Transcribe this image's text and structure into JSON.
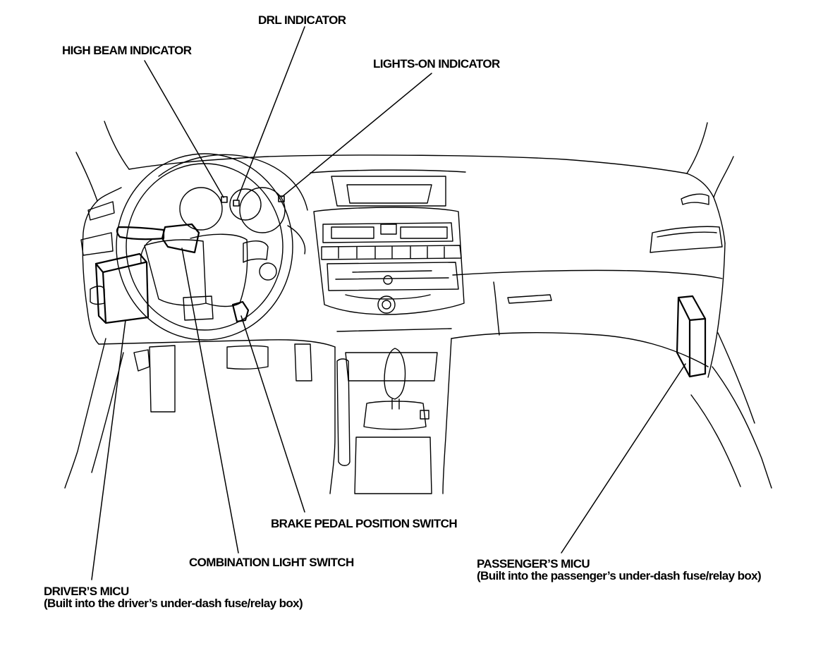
{
  "labels": {
    "drl_indicator": "DRL INDICATOR",
    "high_beam_indicator": "HIGH BEAM INDICATOR",
    "lights_on_indicator": "LIGHTS-ON INDICATOR",
    "brake_pedal_position_switch": "BRAKE PEDAL POSITION SWITCH",
    "combination_light_switch": "COMBINATION LIGHT SWITCH",
    "passengers_micu": "PASSENGER’S MICU",
    "passengers_micu_note": "(Built into the passenger’s under-dash fuse/relay box)",
    "drivers_micu": "DRIVER’S MICU",
    "drivers_micu_note": "(Built into the driver’s under-dash fuse/relay box)"
  }
}
